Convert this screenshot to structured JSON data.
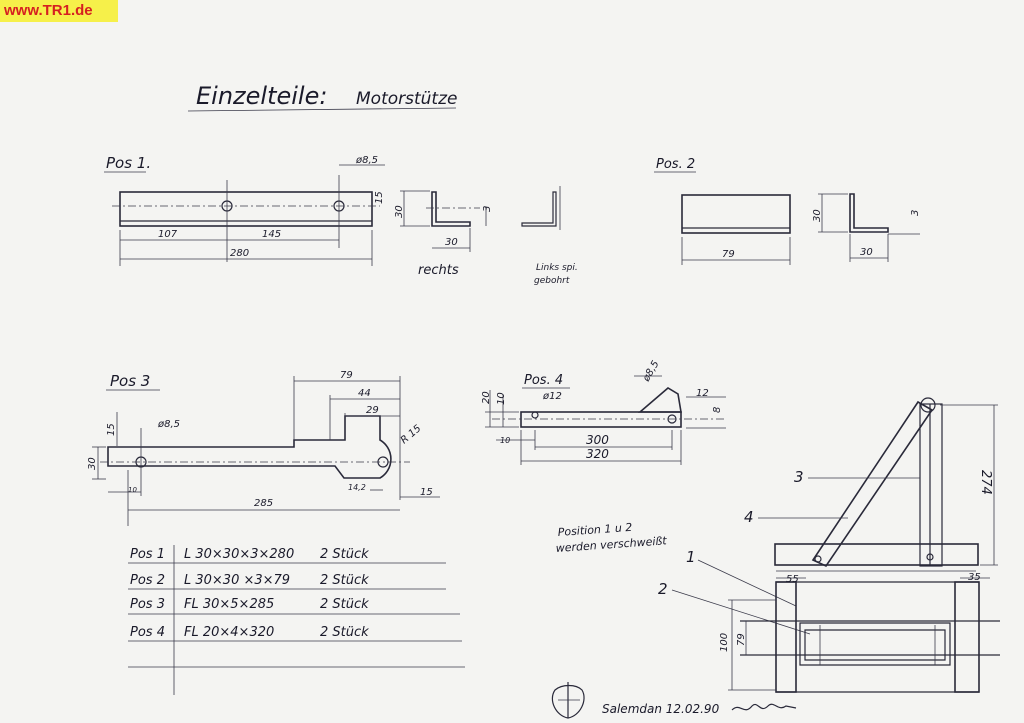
{
  "watermark": "www.TR1.de",
  "title": {
    "main": "Einzelteile:",
    "sub": "Motorstütze"
  },
  "pos1": {
    "label": "Pos 1.",
    "dims": {
      "hole": "ø8,5",
      "d107": "107",
      "d145": "145",
      "d280": "280",
      "h15": "15",
      "h30": "30",
      "t3": "3",
      "w30": "30"
    },
    "rechts": "rechts",
    "links": "Links spi. gebohrt"
  },
  "pos2": {
    "label": "Pos. 2",
    "dims": {
      "l79": "79",
      "h30": "30",
      "w30": "30",
      "t3": "3"
    }
  },
  "pos3": {
    "label": "Pos 3",
    "dims": {
      "d79": "79",
      "d44": "44",
      "d29": "29",
      "r15": "R 15",
      "hole": "ø8,5",
      "v15": "15",
      "v30": "30",
      "d10": "10",
      "d285": "285",
      "d14": "14,2",
      "d15": "15"
    }
  },
  "pos4": {
    "label": "Pos. 4",
    "dims": {
      "hole": "ø12",
      "ang": "ø8,5",
      "d12": "12",
      "d8": "8",
      "v20": "20",
      "v10": "10",
      "d10": "10",
      "d300": "300",
      "d320": "320"
    }
  },
  "parts_table": [
    {
      "pos": "Pos 1",
      "desc": "L 30×30×3×280",
      "qty": "2 Stück"
    },
    {
      "pos": "Pos 2",
      "desc": "L 30×30 ×3×79",
      "qty": "2 Stück"
    },
    {
      "pos": "Pos 3",
      "desc": "FL 30×5×285",
      "qty": "2 Stück"
    },
    {
      "pos": "Pos 4",
      "desc": "FL 20×4×320",
      "qty": "2 Stück"
    }
  ],
  "assembly": {
    "note": "Position 1 u 2 werden verschweißt",
    "callouts": [
      "1",
      "2",
      "3",
      "4"
    ],
    "dims": {
      "h274": "274",
      "d55": "55",
      "d35": "35",
      "h100": "100",
      "h79": "79"
    }
  },
  "signature": {
    "place_date": "Salemdan 12.02.90"
  }
}
